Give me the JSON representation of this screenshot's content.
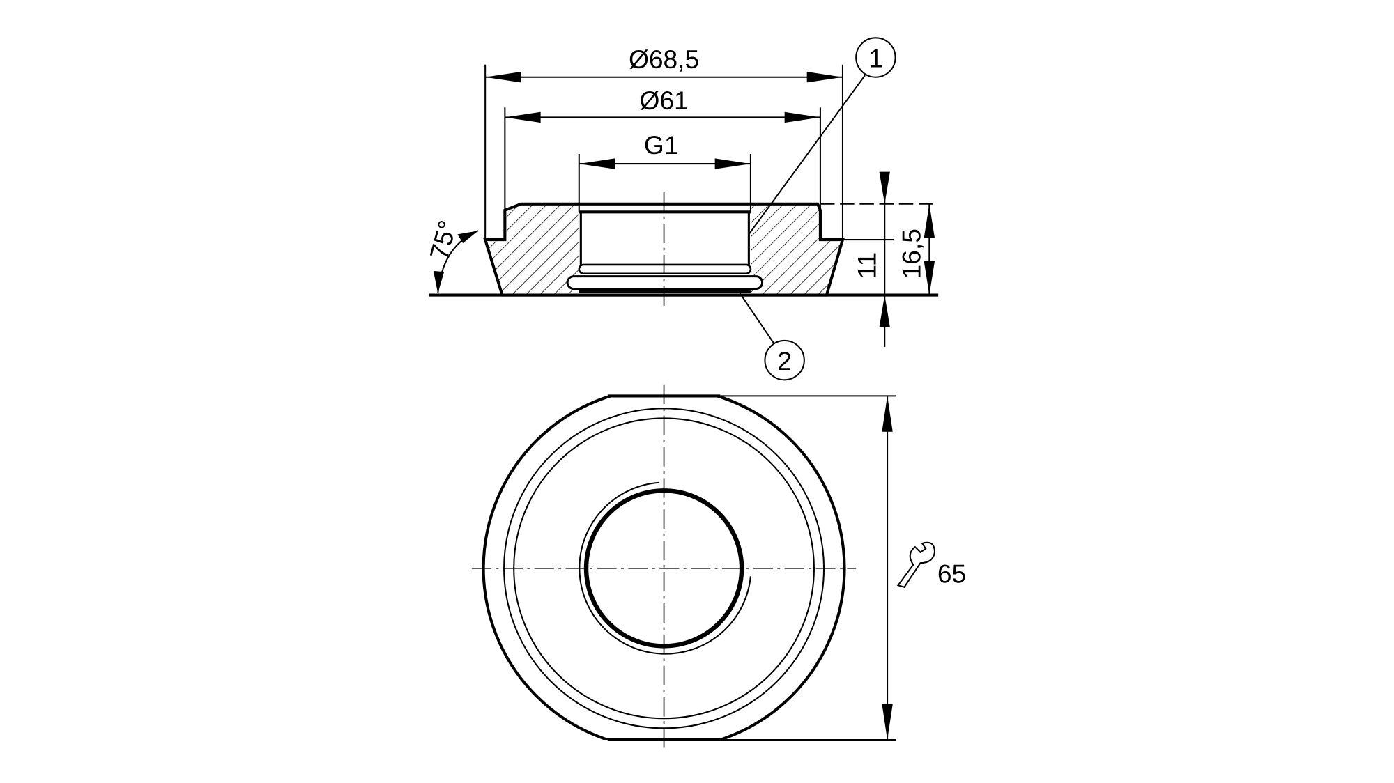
{
  "drawing": {
    "dimensions": {
      "outer_diameter": "Ø68,5",
      "collar_diameter": "Ø61",
      "thread": "G1",
      "angle": "75°",
      "step_height": "11",
      "total_height": "16,5",
      "wrench_size": "65"
    },
    "callouts": [
      "1",
      "2"
    ],
    "colors": {
      "line": "#000000",
      "background": "#ffffff"
    }
  }
}
